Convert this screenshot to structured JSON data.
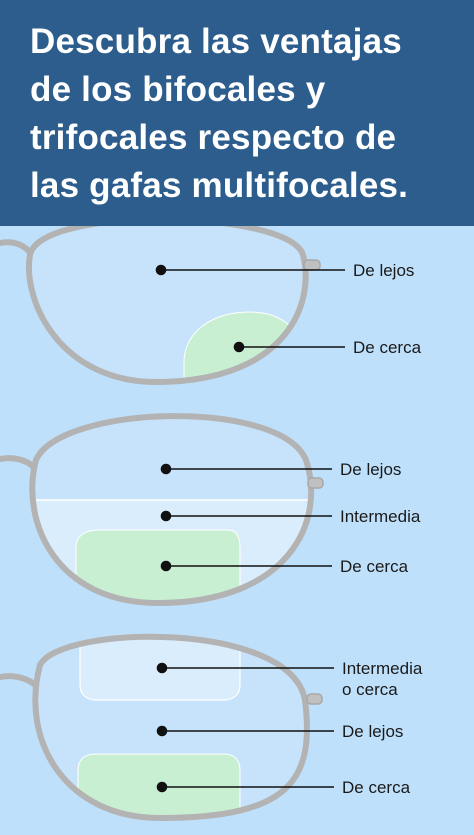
{
  "header": {
    "title": "Descubra las ventajas de los bifocales y trifocales respecto de las gafas multifocales."
  },
  "colors": {
    "header_bg": "#2c5d8d",
    "background": "#bfe0fb",
    "lens": "#c6e3fb",
    "near_zone": "#c9efd3",
    "intermediate_zone": "#d9edfd",
    "frame": "#b3b3b3"
  },
  "glasses": [
    {
      "labels": {
        "far": "De lejos",
        "near": "De cerca"
      }
    },
    {
      "labels": {
        "far": "De lejos",
        "intermediate": "Intermedia",
        "near": "De cerca"
      }
    },
    {
      "labels": {
        "intermediate_line1": "Intermedia",
        "intermediate_line2": "o cerca",
        "far": "De lejos",
        "near": "De cerca"
      }
    }
  ]
}
